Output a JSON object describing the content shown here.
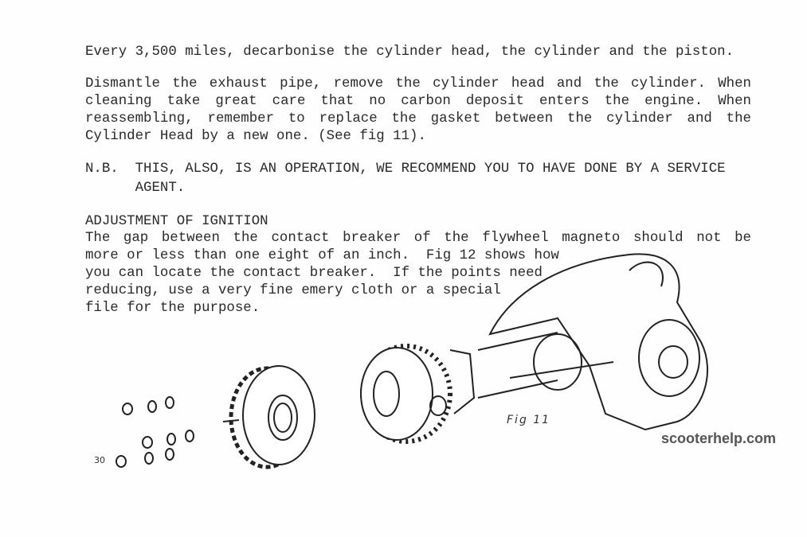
{
  "intro": "Every 3,500 miles, decarbonise the cylinder head, the cylinder and the piston.",
  "paragraph2": [
    "Dismantle the exhaust pipe, remove the cylinder head and the cylinder.  When",
    "cleaning take great care that no carbon deposit enters the engine.  When",
    "reassembling, remember to replace the gasket between the cylinder and the",
    "Cylinder Head by a new one. (See fig 11)."
  ],
  "note": [
    "N.B.  THIS, ALSO, IS AN OPERATION, WE RECOMMEND YOU TO HAVE DONE BY A SERVICE",
    "      AGENT."
  ],
  "section_heading": "ADJUSTMENT OF IGNITION",
  "paragraph3": [
    "The gap between the contact breaker of the flywheel magneto should not be",
    "more or less than one eight of an inch.  Fig 12 shows how",
    "you can locate the contact breaker.  If the points need",
    "reducing, use a very fine emery cloth or a special",
    "file for the purpose."
  ],
  "figure": {
    "label": "Fig 11",
    "part_number": "30"
  },
  "watermark": "scooterhelp.com"
}
